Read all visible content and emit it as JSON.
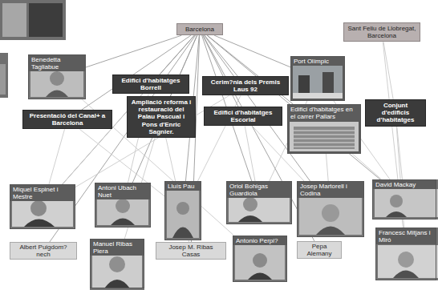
{
  "diagram": {
    "nodes": [
      {
        "text": [
          "Barcelona"
        ]
      },
      {
        "text": [
          "Sant Feliu de Llobregat, Barcelona"
        ]
      },
      {
        "text": [
          "Benedetta Tagliabue"
        ]
      },
      {
        "text": [
          "Port Olímpic"
        ]
      },
      {
        "text": [
          "Edifici d'habitatges Borrell"
        ]
      },
      {
        "text": [
          "Cerim?nia dels Premis Laus 92"
        ]
      },
      {
        "text": [
          "Ampliació reforma i restauració del Palau Pascual i Pons d'Enric Sagnier."
        ]
      },
      {
        "text": [
          "Edifici d'habitatges Escorial"
        ]
      },
      {
        "text": [
          "Presentació del Canal+ a Barcelona"
        ]
      },
      {
        "text": [
          "Edifici d'habitatges en el carrer Pallars"
        ]
      },
      {
        "text": [
          "Conjunt d'edificis d'habitatges"
        ]
      },
      {
        "text": [
          "Miquel Espinet i Mestre"
        ]
      },
      {
        "text": [
          "Antoni Ubach Nuet"
        ]
      },
      {
        "text": [
          "Lluís Pau"
        ]
      },
      {
        "text": [
          "Oriol Bohigas Guardiola"
        ]
      },
      {
        "text": [
          "Josep Martorell i Codina"
        ]
      },
      {
        "text": [
          "David Mackay"
        ]
      },
      {
        "text": [
          "Albert Puigdom?nech"
        ]
      },
      {
        "text": [
          "Manuel Ribas Piera"
        ]
      },
      {
        "text": [
          "Josep M. Ribas Casas"
        ]
      },
      {
        "text": [
          "Antonio Perpi?"
        ]
      },
      {
        "text": [
          "Pepa Alemany"
        ]
      },
      {
        "text": [
          "Francesc Mitjans i Miró"
        ]
      }
    ],
    "edges": [
      {
        "from": 0,
        "to": 2,
        "arrow": "none"
      },
      {
        "from": 0,
        "to": 3,
        "arrow": "none"
      },
      {
        "from": 0,
        "to": 4,
        "arrow": "none"
      },
      {
        "from": 0,
        "to": 5,
        "arrow": "none"
      },
      {
        "from": 0,
        "to": 6,
        "arrow": "none"
      },
      {
        "from": 0,
        "to": 7,
        "arrow": "none"
      },
      {
        "from": 0,
        "to": 8,
        "arrow": "none"
      },
      {
        "from": 0,
        "to": 9,
        "arrow": "none"
      },
      {
        "from": 0,
        "to": 11,
        "arrow": "none"
      },
      {
        "from": 0,
        "to": 12,
        "arrow": "none"
      },
      {
        "from": 0,
        "to": 13,
        "arrow": "none"
      },
      {
        "from": 0,
        "to": 14,
        "arrow": "none"
      },
      {
        "from": 0,
        "to": 15,
        "arrow": "none"
      },
      {
        "from": 0,
        "to": 16,
        "arrow": "none"
      },
      {
        "from": 0,
        "to": 17,
        "arrow": "none"
      },
      {
        "from": 0,
        "to": 19,
        "arrow": "none"
      },
      {
        "from": 0,
        "to": 21,
        "arrow": "none"
      },
      {
        "from": 1,
        "to": 10,
        "arrow": "none"
      },
      {
        "from": 1,
        "to": 22,
        "arrow": "none"
      },
      {
        "from": 4,
        "to": 11,
        "arrow": "none"
      },
      {
        "from": 4,
        "to": 12,
        "arrow": "none"
      },
      {
        "from": 5,
        "to": 11,
        "arrow": "none"
      },
      {
        "from": 5,
        "to": 13,
        "arrow": "none"
      },
      {
        "from": 6,
        "to": 18,
        "arrow": "none"
      },
      {
        "from": 6,
        "to": 19,
        "arrow": "none"
      },
      {
        "from": 7,
        "to": 14,
        "arrow": "none"
      },
      {
        "from": 7,
        "to": 15,
        "arrow": "none"
      },
      {
        "from": 8,
        "to": 11,
        "arrow": "none"
      },
      {
        "from": 8,
        "to": 13,
        "arrow": "none"
      },
      {
        "from": 3,
        "to": 14,
        "arrow": "none"
      },
      {
        "from": 3,
        "to": 16,
        "arrow": "none"
      },
      {
        "from": 9,
        "to": 15,
        "arrow": "none"
      },
      {
        "from": 9,
        "to": 16,
        "arrow": "none"
      },
      {
        "from": 10,
        "to": 16,
        "arrow": "none"
      },
      {
        "from": 10,
        "to": 22,
        "arrow": "none"
      },
      {
        "from": 2,
        "to": 20,
        "arrow": "none"
      }
    ]
  }
}
